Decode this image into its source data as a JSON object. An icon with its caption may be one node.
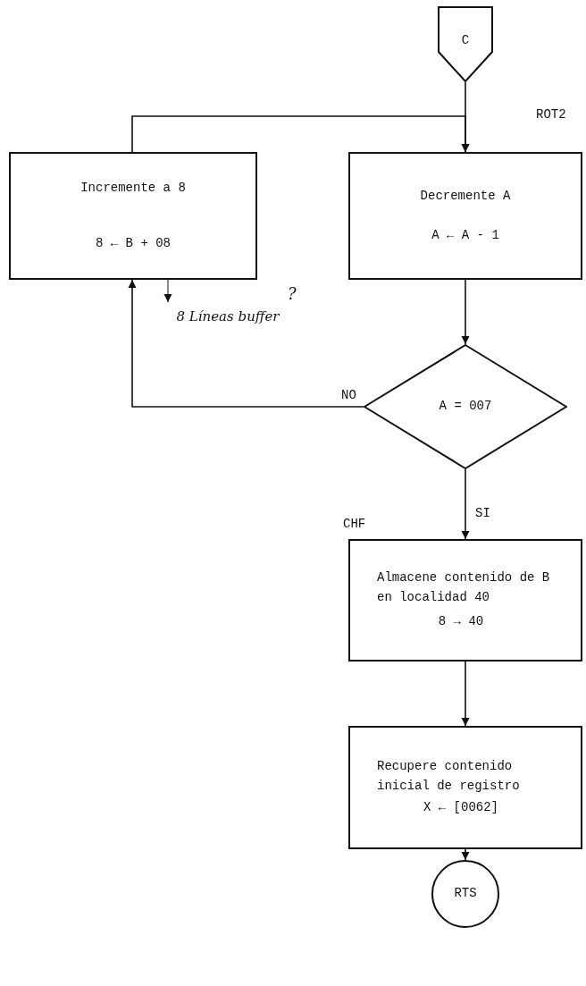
{
  "diagram": {
    "nodes": [
      {
        "text": [
          "C"
        ]
      },
      {
        "text": [
          "Incremente a 8",
          "8 ← B + 08"
        ]
      },
      {
        "text": [
          "Decremente A",
          "A ← A - 1"
        ],
        "beside": [
          "ROT2"
        ]
      },
      {
        "text": [
          "A = 007"
        ]
      },
      {
        "text": [
          "Almacene contenido de B en localidad 40",
          "8 → 40"
        ],
        "beside": [
          "CHF"
        ]
      },
      {
        "text": [
          "Recupere contenido inicial de registro",
          "X ← [0062]"
        ]
      },
      {
        "text": [
          "RTS"
        ]
      },
      {
        "text": [
          "8 Líneas buffer"
        ]
      }
    ],
    "edges": [
      {
        "from": 0,
        "to": 2,
        "arrow": "to"
      },
      {
        "from": 1,
        "to": 2,
        "arrow": "to"
      },
      {
        "from": 2,
        "to": 3,
        "arrow": "to"
      },
      {
        "from": 3,
        "to": 1,
        "arrow": "to",
        "label": "NO"
      },
      {
        "from": 3,
        "to": 4,
        "arrow": "to",
        "label": "SI"
      },
      {
        "from": 4,
        "to": 5,
        "arrow": "to"
      },
      {
        "from": 5,
        "to": 6,
        "arrow": "to"
      },
      {
        "from": 1,
        "to": 7,
        "arrow": "to"
      }
    ],
    "labels": [
      "?"
    ]
  }
}
